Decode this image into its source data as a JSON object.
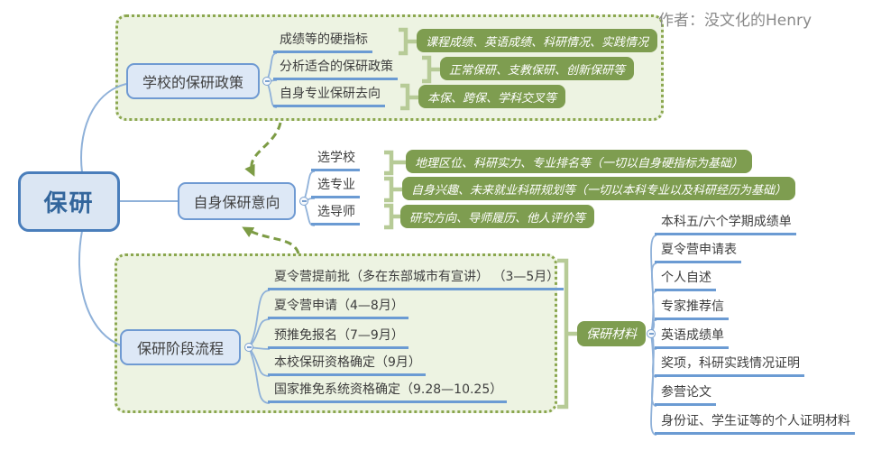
{
  "author": "作者：没文化的Henry",
  "root": {
    "label": "保研"
  },
  "branches": {
    "policy": {
      "label": "学校的保研政策",
      "items": [
        {
          "label": "成绩等的硬指标",
          "summary": "课程成绩、英语成绩、科研情况、实践情况"
        },
        {
          "label": "分析适合的保研政策",
          "summary": "正常保研、支教保研、创新保研等"
        },
        {
          "label": "自身专业保研去向",
          "summary": "本保、跨保、学科交叉等"
        }
      ]
    },
    "intention": {
      "label": "自身保研意向",
      "items": [
        {
          "label": "选学校",
          "summary": "地理区位、科研实力、专业排名等（一切以自身硬指标为基础）"
        },
        {
          "label": "选专业",
          "summary": "自身兴趣、未来就业科研规划等（一切以本科专业以及科研经历为基础）"
        },
        {
          "label": "选导师",
          "summary": "研究方向、导师履历、他人评价等"
        }
      ]
    },
    "process": {
      "label": "保研阶段流程",
      "items": [
        {
          "label": "夏令营提前批（多在东部城市有宣讲） （3—5月）"
        },
        {
          "label": "夏令营申请（4—8月）"
        },
        {
          "label": "预推免报名（7—9月）"
        },
        {
          "label": "本校保研资格确定（9月）"
        },
        {
          "label": "国家推免系统资格确定（9.28—10.25）"
        }
      ],
      "summary": {
        "label": "保研材料",
        "items": [
          "本科五/六个学期成绩单",
          "夏令营申请表",
          "个人自述",
          "专家推荐信",
          "英语成绩单",
          "奖项，科研实践情况证明",
          "参营论文",
          "身份证、学生证等的个人证明材料"
        ]
      }
    }
  },
  "colors": {
    "root_border": "#4a7ebb",
    "root_text": "#33669c",
    "node_fill": "#dde8f6",
    "node_border": "#6f9ad2",
    "underline_blue": "#6b9bd3",
    "summary_green": "#7e9d50",
    "bracket_green": "#b7cb97",
    "boundary_border": "#8ba74f",
    "boundary_fill": "#edf3e2",
    "arrow_green": "#7d9c45",
    "author_gray": "#8a8a8a"
  }
}
